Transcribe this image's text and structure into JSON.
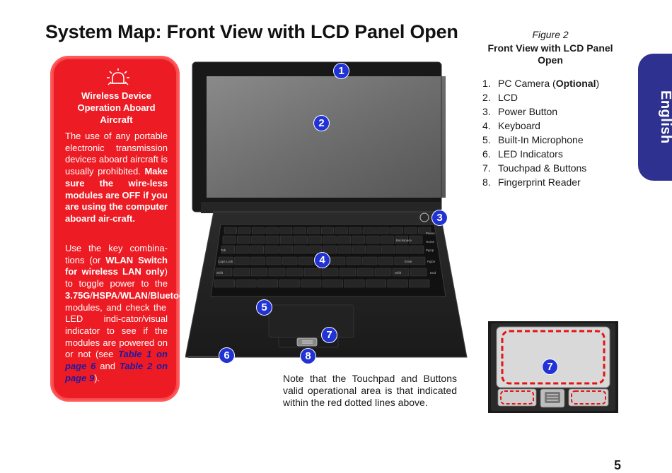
{
  "page": {
    "title": "System Map: Front View with LCD Panel Open",
    "page_number": "5",
    "language_tab": "English"
  },
  "warning": {
    "icon": "aircraft-warning-icon",
    "heading": "Wireless Device Operation Aboard Aircraft",
    "p1_text": "The use of any portable electronic transmission devices aboard aircraft is usually prohibited.",
    "p1_bold": "Make sure the wire-less modules are OFF if you are using the computer aboard air-craft.",
    "p2_a": "Use the key combina-tions (or ",
    "p2_b": "WLAN Switch for wireless LAN only",
    "p2_c": ") to toggle power to the ",
    "p2_d": "3.75G",
    "p2_e": "/",
    "p2_f": "HSPA",
    "p2_g": "/",
    "p2_h": "WLAN",
    "p2_i": "/",
    "p2_j": "Bluetooth",
    "p2_k": " modules, and check the LED indi-cator/visual indicator to see if the modules are powered on or not (see ",
    "ref1": "Table 1 on page 6",
    "p2_l": " and ",
    "ref2": "Table 2 on page 9",
    "p2_m": ")."
  },
  "figure": {
    "label": "Figure 2",
    "title": "Front View with LCD Panel Open",
    "parts": [
      {
        "n": "1.",
        "pre": "PC Camera (",
        "bold": "Optional",
        "post": ")"
      },
      {
        "n": "2.",
        "pre": "LCD",
        "bold": "",
        "post": ""
      },
      {
        "n": "3.",
        "pre": "Power Button",
        "bold": "",
        "post": ""
      },
      {
        "n": "4.",
        "pre": "Keyboard",
        "bold": "",
        "post": ""
      },
      {
        "n": "5.",
        "pre": "Built-In Microphone",
        "bold": "",
        "post": ""
      },
      {
        "n": "6.",
        "pre": "LED Indicators",
        "bold": "",
        "post": ""
      },
      {
        "n": "7.",
        "pre": "Touchpad & Buttons",
        "bold": "",
        "post": ""
      },
      {
        "n": "8.",
        "pre": "Fingerprint Reader",
        "bold": "",
        "post": ""
      }
    ],
    "badges": [
      "1",
      "2",
      "3",
      "4",
      "5",
      "6",
      "7",
      "8"
    ],
    "detail_badge": "7",
    "keyboard_keys": {
      "backspace": "Backspace",
      "tab": "Tab",
      "caps": "Caps Lock",
      "enter": "Enter",
      "shift_l": "Shift",
      "shift_r": "Shift",
      "home": "Home",
      "pgup": "PgUp",
      "pgdn": "PgDn",
      "end": "End",
      "pause": "Pause"
    }
  },
  "note": "Note that the Touchpad and Buttons valid operational area is that indicated within the red dotted lines above."
}
